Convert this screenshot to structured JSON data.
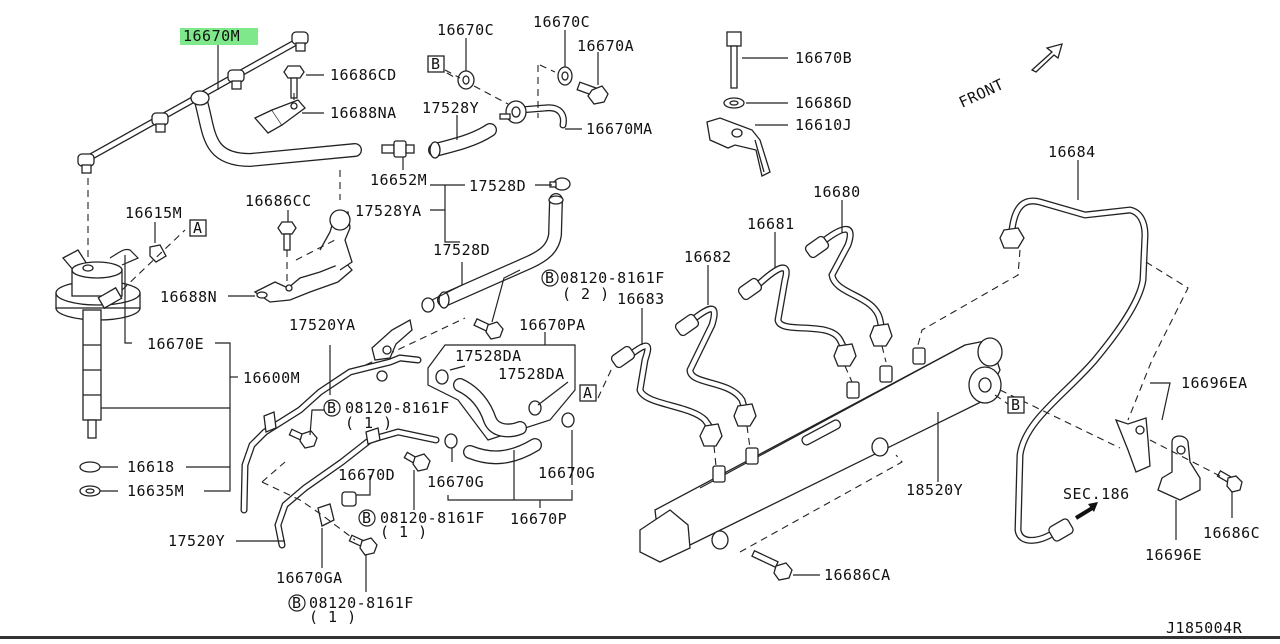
{
  "diagram": {
    "title_code": "J185004R",
    "highlight_color": "#7ee88a",
    "highlighted_part": "16670M",
    "front_label": "FRONT",
    "sec_ref": "SEC.186",
    "ref_markers": {
      "A": "A",
      "B": "B"
    },
    "labels": {
      "p16670M": "16670M",
      "p16686CD": "16686CD",
      "p16688NA": "16688NA",
      "p16652M": "16652M",
      "p16670C_1": "16670C",
      "p16670C_2": "16670C",
      "p16670A": "16670A",
      "p17528Y": "17528Y",
      "p16670MA": "16670MA",
      "p16670B": "16670B",
      "p16686D": "16686D",
      "p16610J": "16610J",
      "p16684": "16684",
      "p16680": "16680",
      "p16681": "16681",
      "p16682": "16682",
      "p16683": "16683",
      "p16615M": "16615M",
      "p16686CC": "16686CC",
      "p17528D_1": "17528D",
      "p17528YA": "17528YA",
      "p17528D_2": "17528D",
      "p16688N": "16688N",
      "p16670E": "16670E",
      "p16600M": "16600M",
      "p17520YA": "17520YA",
      "p16670PA": "16670PA",
      "p17528DA_1": "17528DA",
      "p17528DA_2": "17528DA",
      "p16618": "16618",
      "p16635M": "16635M",
      "p16670D": "16670D",
      "p16670G_1": "16670G",
      "p16670G_2": "16670G",
      "p16670P": "16670P",
      "p17520Y": "17520Y",
      "p16670GA": "16670GA",
      "p18520Y": "18520Y",
      "p16686CA": "16686CA",
      "p16696EA": "16696EA",
      "p16696E": "16696E",
      "p16686C": "16686C"
    },
    "bolts": [
      {
        "code": "08120-8161F",
        "qty": "( 2 )",
        "marker": "B"
      },
      {
        "code": "08120-8161F",
        "qty": "( 1 )",
        "marker": "B"
      },
      {
        "code": "08120-8161F",
        "qty": "( 1 )",
        "marker": "B"
      },
      {
        "code": "08120-8161F",
        "qty": "( 1 )",
        "marker": "B"
      }
    ]
  }
}
